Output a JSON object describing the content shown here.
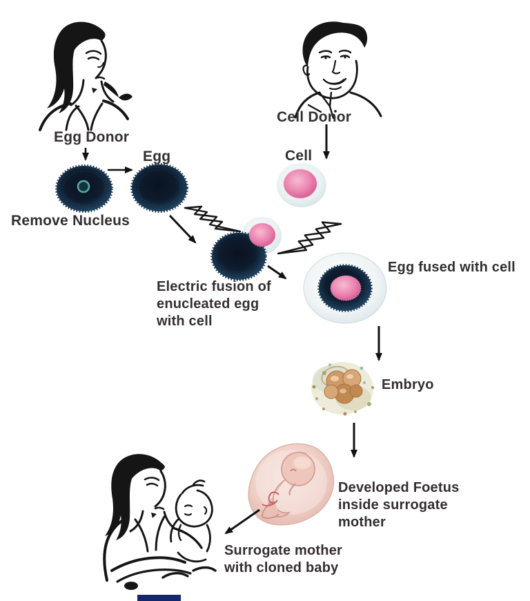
{
  "diagram": {
    "title": "Animal cloning process diagram",
    "labels": {
      "egg_donor": "Egg Donor",
      "egg": "Egg",
      "remove_nucleus": "Remove Nucleus",
      "cell_donor": "Cell Donor",
      "cell": "Cell",
      "electric_fusion": [
        "Electric fusion of",
        "enucleated egg",
        "with cell"
      ],
      "egg_fused_with_cell": "Egg fused with cell",
      "embryo": "Embryo",
      "developed_foetus": [
        "Developed Foetus",
        "inside surrogate",
        "mother"
      ],
      "surrogate_mother": [
        "Surrogate mother",
        "with cloned baby"
      ]
    },
    "steps": [
      "Egg Donor provides egg",
      "Remove Nucleus from egg",
      "Cell Donor provides cell",
      "Electric fusion of enucleated egg with cell",
      "Egg fused with cell",
      "Embryo",
      "Developed Foetus inside surrogate mother",
      "Surrogate mother with cloned baby"
    ]
  },
  "colors": {
    "text_ink": "#332e2f",
    "line_ink": "#151515",
    "arrow_black": "#111111",
    "egg_dark": "#0e1c2e",
    "egg_edge": "#2f6584",
    "nucleus_teal": "#5aa8a2",
    "cell_pink": "#ec86b2",
    "cell_pink_deep": "#d2578d",
    "cell_halo": "#e2ecee",
    "fused_halo": "#eef3f5",
    "embryo_tan": "#c99560",
    "embryo_moss": "#9aa06a",
    "fetus_skin": "#eec6bb",
    "fetus_sac": "#f0d5cd",
    "watermark_navy": "#16266b"
  }
}
